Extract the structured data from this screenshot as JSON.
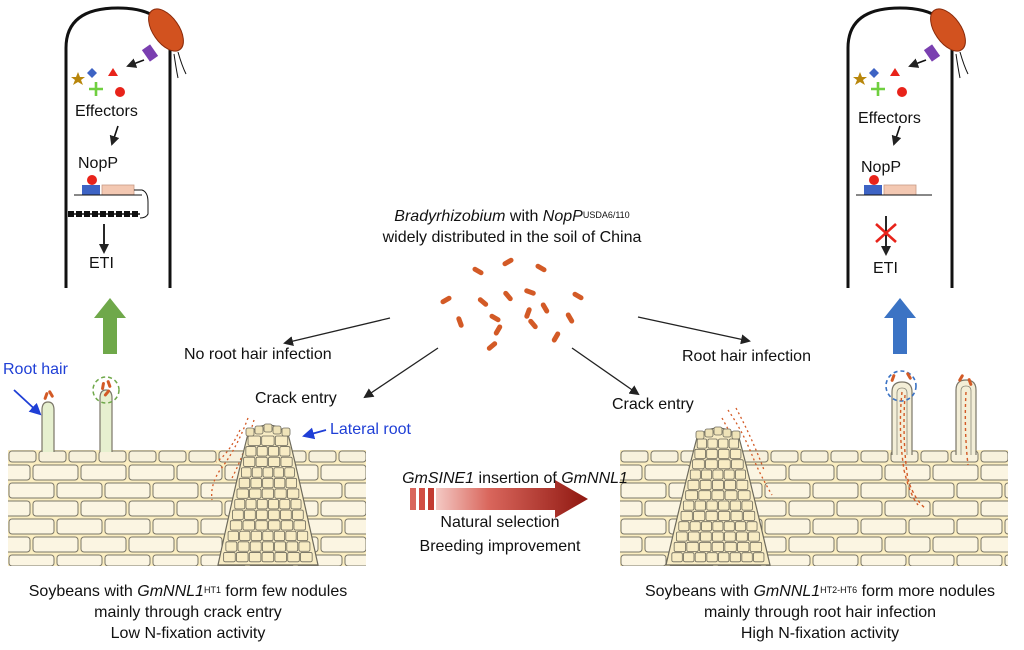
{
  "colors": {
    "tissue_fill": "#fbeec1",
    "cell_stroke": "#7a7668",
    "bacteria": "#d35a26",
    "effector_red": "#e8231a",
    "promoter_blue": "#3d63c4",
    "gene_pink": "#f3c8b2",
    "arrow_green": "#6fa84a",
    "arrow_blue": "#3b73c4",
    "selection_arrow": "#a8231e",
    "annotation_blue": "#1f3fd6"
  },
  "cell_left": {
    "effectors_label": "Effectors",
    "noppp_label": "NopP",
    "eti_label": "ETI"
  },
  "cell_right": {
    "effectors_label": "Effectors",
    "noppp_label": "NopP",
    "eti_label": "ETI"
  },
  "soil": {
    "species": "Bradyrhizobium",
    "with_text": " with ",
    "gene": "NopP",
    "strain_sup": "USDA6/110",
    "line2": "widely distributed in the soil of China"
  },
  "left_panel": {
    "no_infection_label": "No root hair infection",
    "crack_entry_label": "Crack entry",
    "root_hair_label": "Root hair",
    "lateral_root_label": "Lateral root",
    "caption": {
      "prefix": "Soybeans with ",
      "gene": "GmNNL1",
      "sup": "HT1",
      "suffix": " form few nodules",
      "line2": "mainly through crack entry",
      "line3": "Low N-fixation activity"
    }
  },
  "right_panel": {
    "infection_label": "Root hair infection",
    "crack_entry_label": "Crack entry",
    "caption": {
      "prefix": "Soybeans with ",
      "gene": "GmNNL1",
      "sup": "HT2-HT6",
      "suffix": " form more nodules",
      "line2": "mainly through root hair infection",
      "line3": "High N-fixation activity"
    }
  },
  "center": {
    "insertion_a": "GmSINE1",
    "insertion_b": " insertion of ",
    "insertion_c": "GmNNL1",
    "line2": "Natural selection",
    "line3": "Breeding improvement"
  }
}
